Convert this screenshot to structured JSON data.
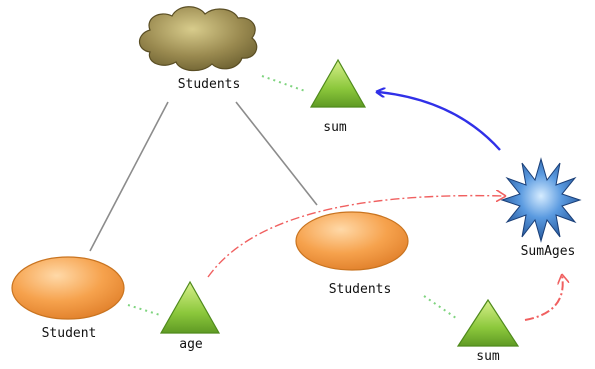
{
  "nodes": {
    "students_cloud": {
      "label": "Students",
      "shape": "cloud"
    },
    "sum_top": {
      "label": "sum",
      "shape": "triangle"
    },
    "sumages": {
      "label": "SumAges",
      "shape": "star"
    },
    "student": {
      "label": "Student",
      "shape": "ellipse"
    },
    "age": {
      "label": "age",
      "shape": "triangle"
    },
    "students_ellipse": {
      "label": "Students",
      "shape": "ellipse"
    },
    "sum_bottom": {
      "label": "sum",
      "shape": "triangle"
    }
  },
  "colors": {
    "cloud": "#8f8048",
    "ellipse": "#f4a04a",
    "triangle": "#8cc83c",
    "star": "#3f7fc4",
    "tree_edge": "#8c8c8c",
    "dotted_link": "#7fd47f",
    "blue_arrow": "#3030e8",
    "red_arrow": "#f06060"
  }
}
